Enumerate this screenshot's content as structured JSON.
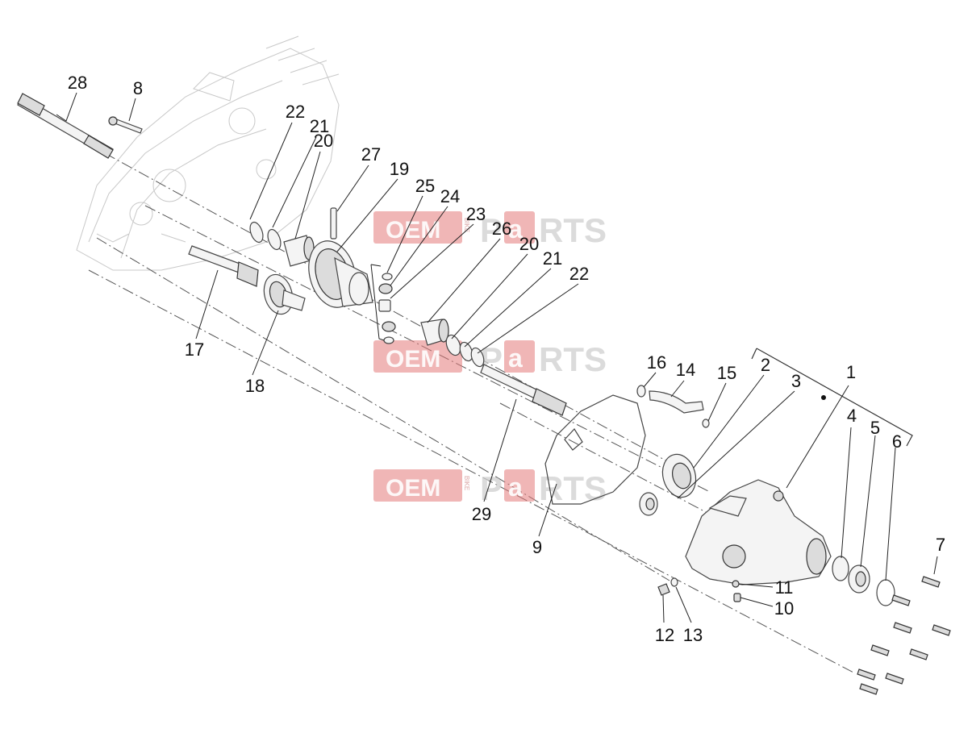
{
  "watermark": {
    "oem": "OEM",
    "bike": "BIKE",
    "brand_p": "P",
    "brand_a": "a",
    "brand_rts": "RTS",
    "accent": "#e47a7a"
  },
  "callouts": {
    "c1": "1",
    "c2": "2",
    "c3": "3",
    "c4": "4",
    "c5": "5",
    "c6": "6",
    "c7": "7",
    "c8": "8",
    "c9": "9",
    "c10": "10",
    "c11": "11",
    "c12": "12",
    "c13": "13",
    "c14": "14",
    "c15": "15",
    "c16": "16",
    "c17": "17",
    "c18": "18",
    "c19": "19",
    "c20a": "20",
    "c20b": "20",
    "c21a": "21",
    "c21b": "21",
    "c22a": "22",
    "c22b": "22",
    "c23": "23",
    "c24": "24",
    "c25": "25",
    "c26": "26",
    "c27": "27",
    "c28": "28",
    "c29": "29"
  }
}
